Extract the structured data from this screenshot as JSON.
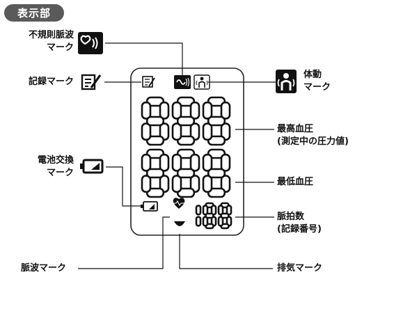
{
  "title": "表示部",
  "labels": {
    "irregular_pulse": [
      "不規則脈波",
      "マーク"
    ],
    "memory": "記録マーク",
    "battery": [
      "電池交換",
      "マーク"
    ],
    "body_movement": [
      "体動",
      "マーク"
    ],
    "systolic": [
      "最高血圧",
      "(測定中の圧力値)"
    ],
    "diastolic": "最低血圧",
    "pulse_rate": [
      "脈拍数",
      "(記録番号)"
    ],
    "pulse_wave": "脈波マーク",
    "exhaust": "排気マーク"
  },
  "display": {
    "systolic_digits": "888",
    "diastolic_digits": "888",
    "pulse_digits": "188"
  },
  "colors": {
    "ink": "#111111",
    "lcd_border": "#222222",
    "title_bg": "#5a5a5a"
  },
  "icons": [
    "heart-wave-icon",
    "memo-pencil-icon",
    "person-motion-icon",
    "battery-icon",
    "heart-icon",
    "exhaust-icon"
  ]
}
